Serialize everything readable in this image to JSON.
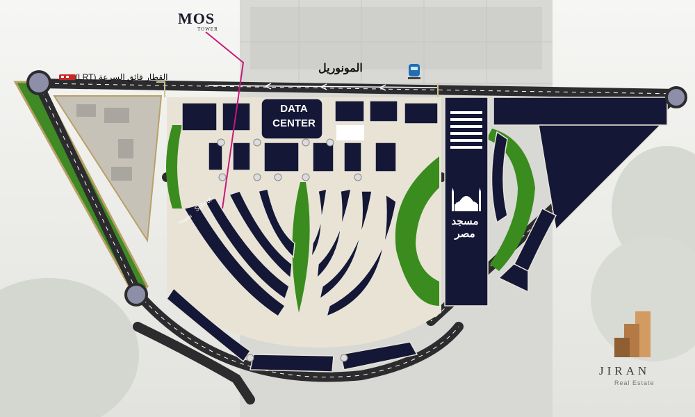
{
  "mos_tower": {
    "title": "MOS",
    "subtitle": "TOWER"
  },
  "lrt_label": "القطار فائق السرعة (LRT)",
  "monorail_label": "المونوريل",
  "data_center": {
    "line1": "DATA",
    "line2": "CENTER"
  },
  "school_label": "School",
  "hospital_label": "Hospital",
  "mosque": {
    "line1": "مسجد",
    "line2": "مصر"
  },
  "brand": {
    "name": "JIRAN",
    "tagline": "Real Estate"
  },
  "colors": {
    "road": "#2c2c2e",
    "plot": "#141736",
    "green": "#3a8c1e",
    "accent_line": "#c8197a",
    "brand_gold": "#c08850"
  },
  "icons": [
    "train-icon",
    "monorail-icon",
    "mosque-icon",
    "roundabout-icon",
    "jiran-logo-icon"
  ]
}
